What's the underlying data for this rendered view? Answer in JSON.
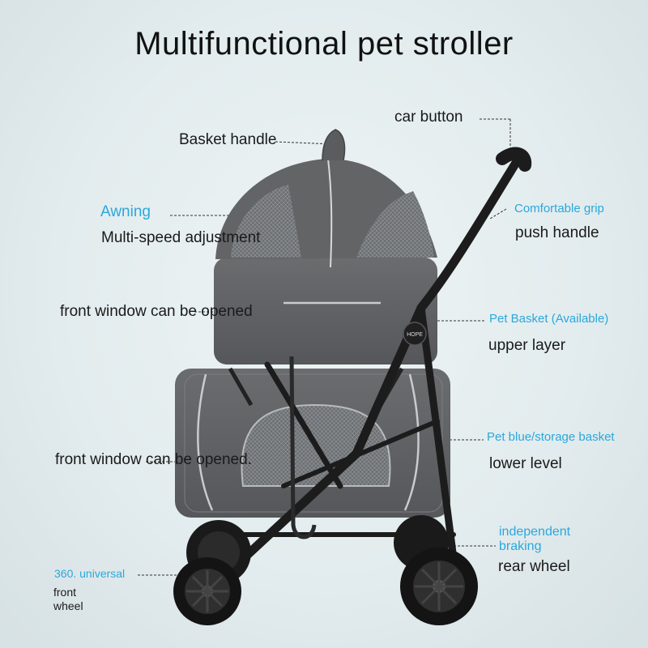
{
  "title": "Multifunctional pet stroller",
  "labels": {
    "car_button": "car button",
    "basket_handle": "Basket handle",
    "awning": "Awning",
    "multi_speed": "Multi-speed adjustment",
    "comfortable_grip": "Comfortable grip",
    "push_handle": "push handle",
    "front_window_upper": "front window can be opened",
    "pet_basket": "Pet Basket (Available)",
    "upper_layer": "upper layer",
    "front_window_lower": "front window can be opened.",
    "pet_blue_storage": "Pet blue/storage basket",
    "lower_level": "lower level",
    "independent_braking": "independent braking",
    "rear_wheel": "rear wheel",
    "universal": "360. universal",
    "front_wheel": "front wheel"
  },
  "brand": "HOPE",
  "colors": {
    "accent": "#2aa8dc",
    "fabric": "#5f6163",
    "frame": "#1c1c1c"
  }
}
